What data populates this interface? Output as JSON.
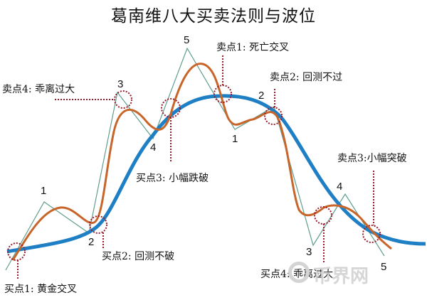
{
  "title": "葛南维八大买卖法则与波位",
  "colors": {
    "ma_line": "#1f7fc4",
    "price_line": "#c8652a",
    "wave_line": "#5e9e8e",
    "marker": "#9b1b2a"
  },
  "wave_labels": {
    "up": [
      "1",
      "2",
      "3",
      "4",
      "5"
    ],
    "down": [
      "1",
      "2",
      "3",
      "4",
      "5"
    ]
  },
  "signals": {
    "buy1": "买点1: 黄金交叉",
    "buy2": "买点2: 回测不破",
    "buy3": "买点3: 小幅跌破",
    "buy4": "买点4: 乖离过大",
    "sell1": "卖点1: 死亡交叉",
    "sell2": "卖点2: 回测不过",
    "sell3": "卖点3:小幅突破",
    "sell4": "卖点4: 乖离过大"
  },
  "watermark": "币界网"
}
